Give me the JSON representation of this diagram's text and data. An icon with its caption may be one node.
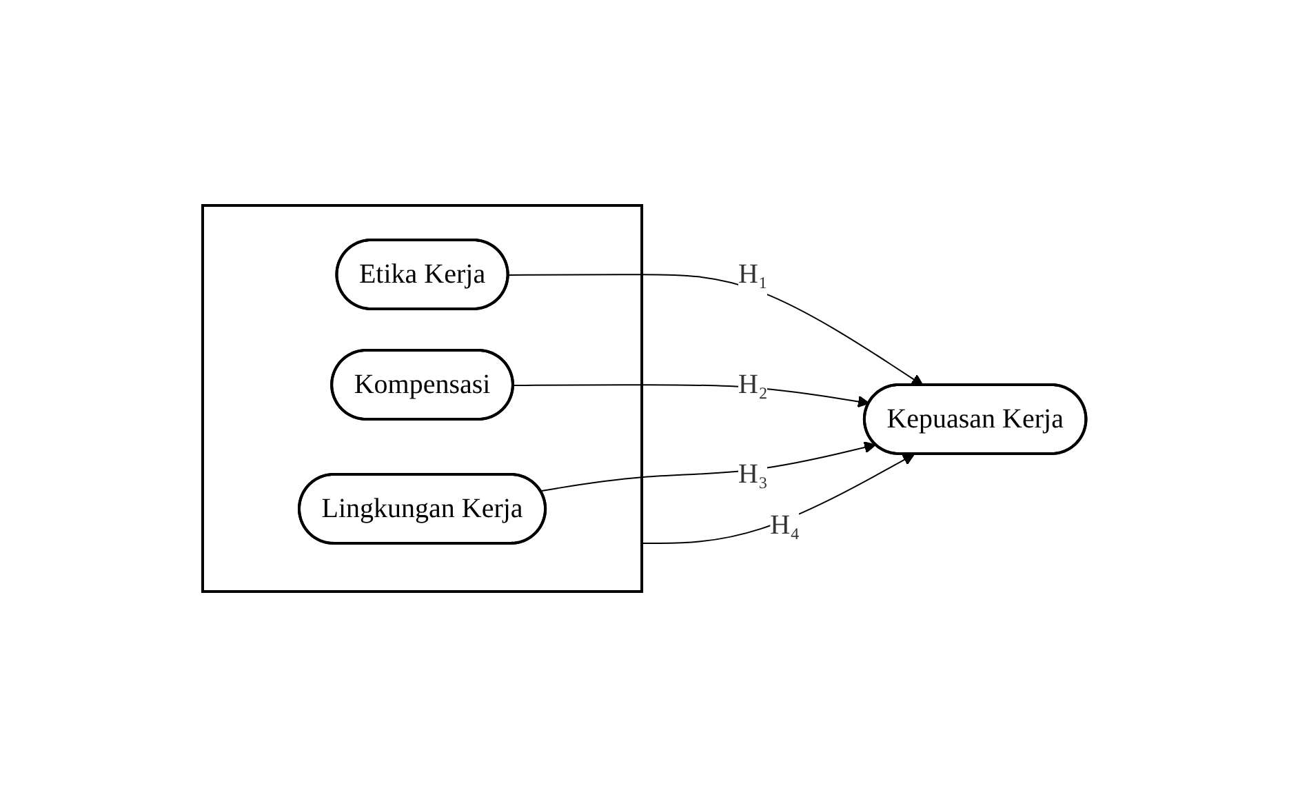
{
  "diagram": {
    "nodes": [
      {
        "text": [],
        "shape": "box"
      },
      {
        "text": [
          "Etika Kerja"
        ],
        "in": 0
      },
      {
        "text": [
          "Kompensasi"
        ],
        "in": 0
      },
      {
        "text": [
          "Lingkungan Kerja"
        ],
        "in": 0
      },
      {
        "text": [
          "Kepuasan Kerja"
        ]
      }
    ],
    "edges": [
      {
        "from": 1,
        "to": 4,
        "arrow": "to",
        "label": "H₁"
      },
      {
        "from": 2,
        "to": 4,
        "arrow": "to",
        "label": "H₂"
      },
      {
        "from": 3,
        "to": 4,
        "arrow": "to",
        "label": "H₃"
      },
      {
        "from": 0,
        "to": 4,
        "arrow": "to",
        "label": "H₄"
      }
    ]
  }
}
